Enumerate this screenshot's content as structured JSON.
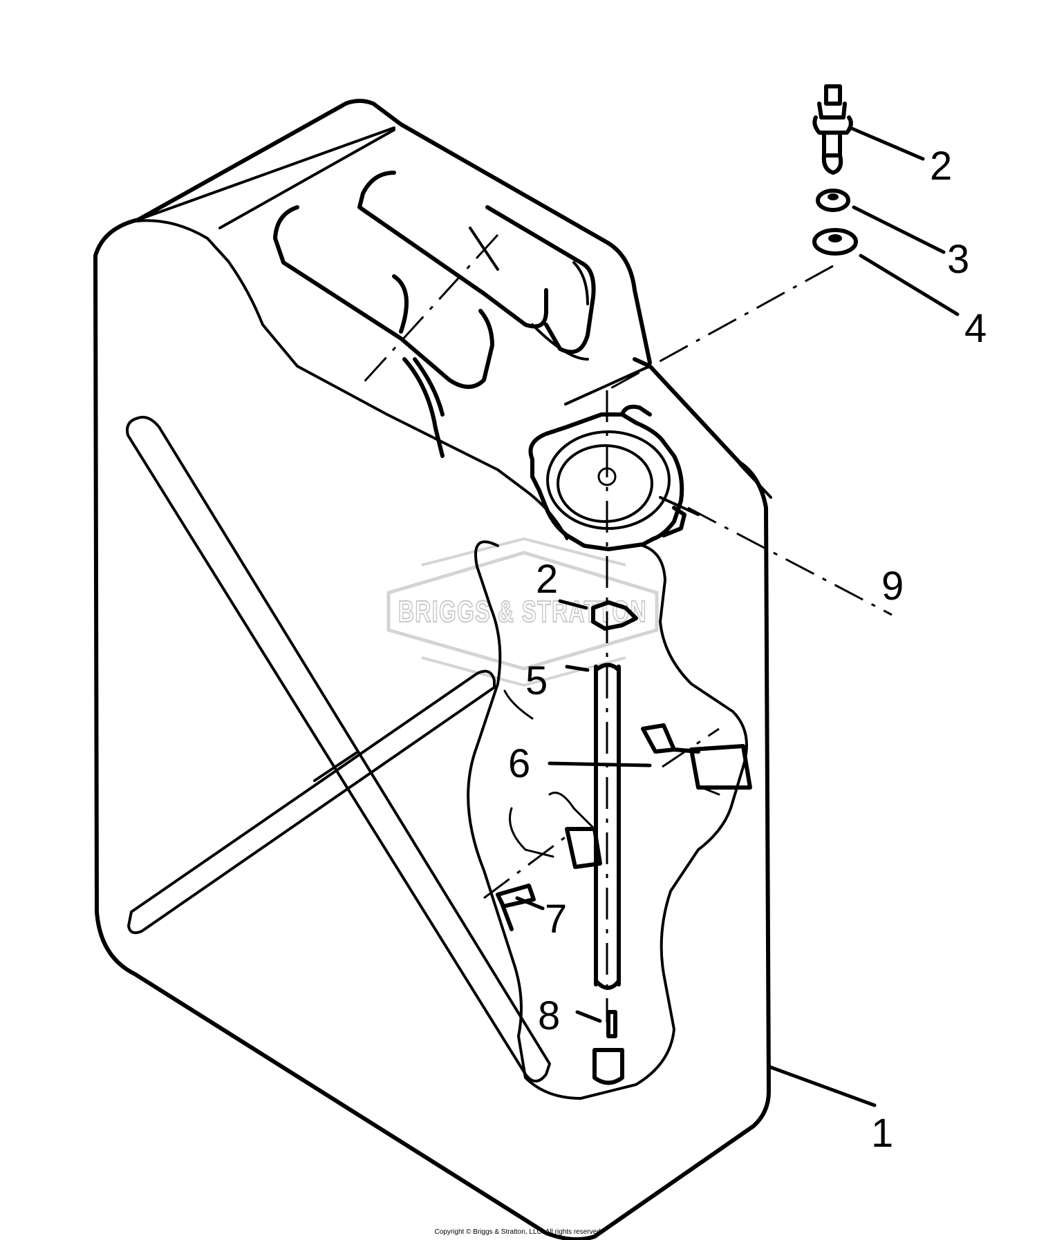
{
  "callouts": [
    "1",
    "2",
    "2",
    "3",
    "4",
    "5",
    "6",
    "7",
    "8",
    "9"
  ],
  "watermark": "BRIGGS & STRATTON",
  "copyright": "Copyright © Briggs & Stratton, LLC. All rights reserved."
}
